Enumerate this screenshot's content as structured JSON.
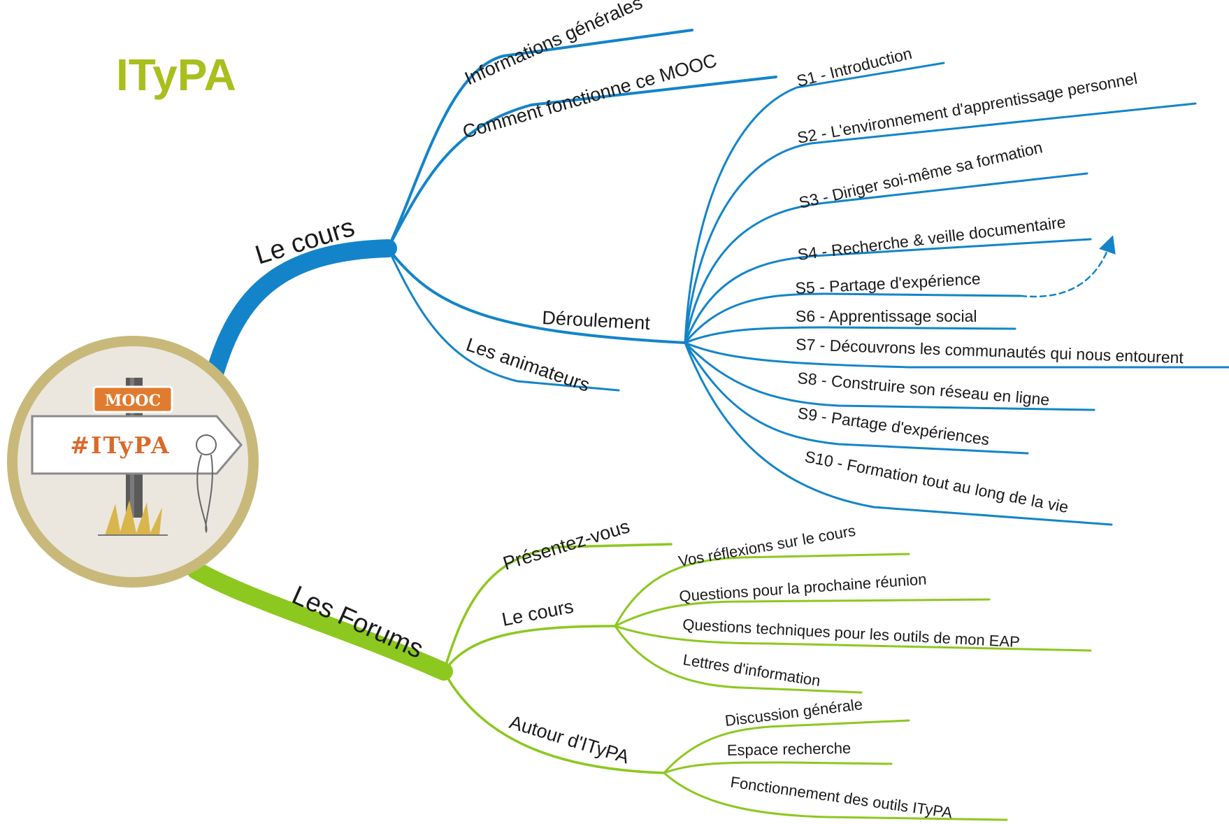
{
  "title": "ITyPA",
  "colors": {
    "title": "#a8bf1d",
    "blue_branch": "#1384c9",
    "green_branch": "#8cc81f",
    "badge": "#e07b2f"
  },
  "logo": {
    "badge_text": "MOOC",
    "sign_text": "#ITyPA"
  },
  "cours": {
    "label": "Le cours",
    "infos": "Informations générales",
    "comment": "Comment fonctionne ce MOOC",
    "deroulement": "Déroulement",
    "animateurs": "Les animateurs",
    "sessions": [
      "S1 - Introduction",
      "S2 - L'environnement d'apprentissage personnel",
      "S3 - Diriger soi-même sa formation",
      "S4 - Recherche & veille documentaire",
      "S5 - Partage d'expérience",
      "S6 - Apprentissage social",
      "S7 - Découvrons les communautés qui nous entourent",
      "S8 - Construire son réseau en ligne",
      "S9 - Partage d'expériences",
      "S10 - Formation tout au long de la vie"
    ]
  },
  "forums": {
    "label": "Les Forums",
    "presentez": "Présentez-vous",
    "lecours": "Le cours",
    "lecours_items": [
      "Vos réflexions sur le cours",
      "Questions pour la prochaine réunion",
      "Questions techniques pour les outils de mon EAP",
      "Lettres d'information"
    ],
    "autour": "Autour d'ITyPA",
    "autour_items": [
      "Discussion générale",
      "Espace recherche",
      "Fonctionnement des outils ITyPA"
    ]
  }
}
